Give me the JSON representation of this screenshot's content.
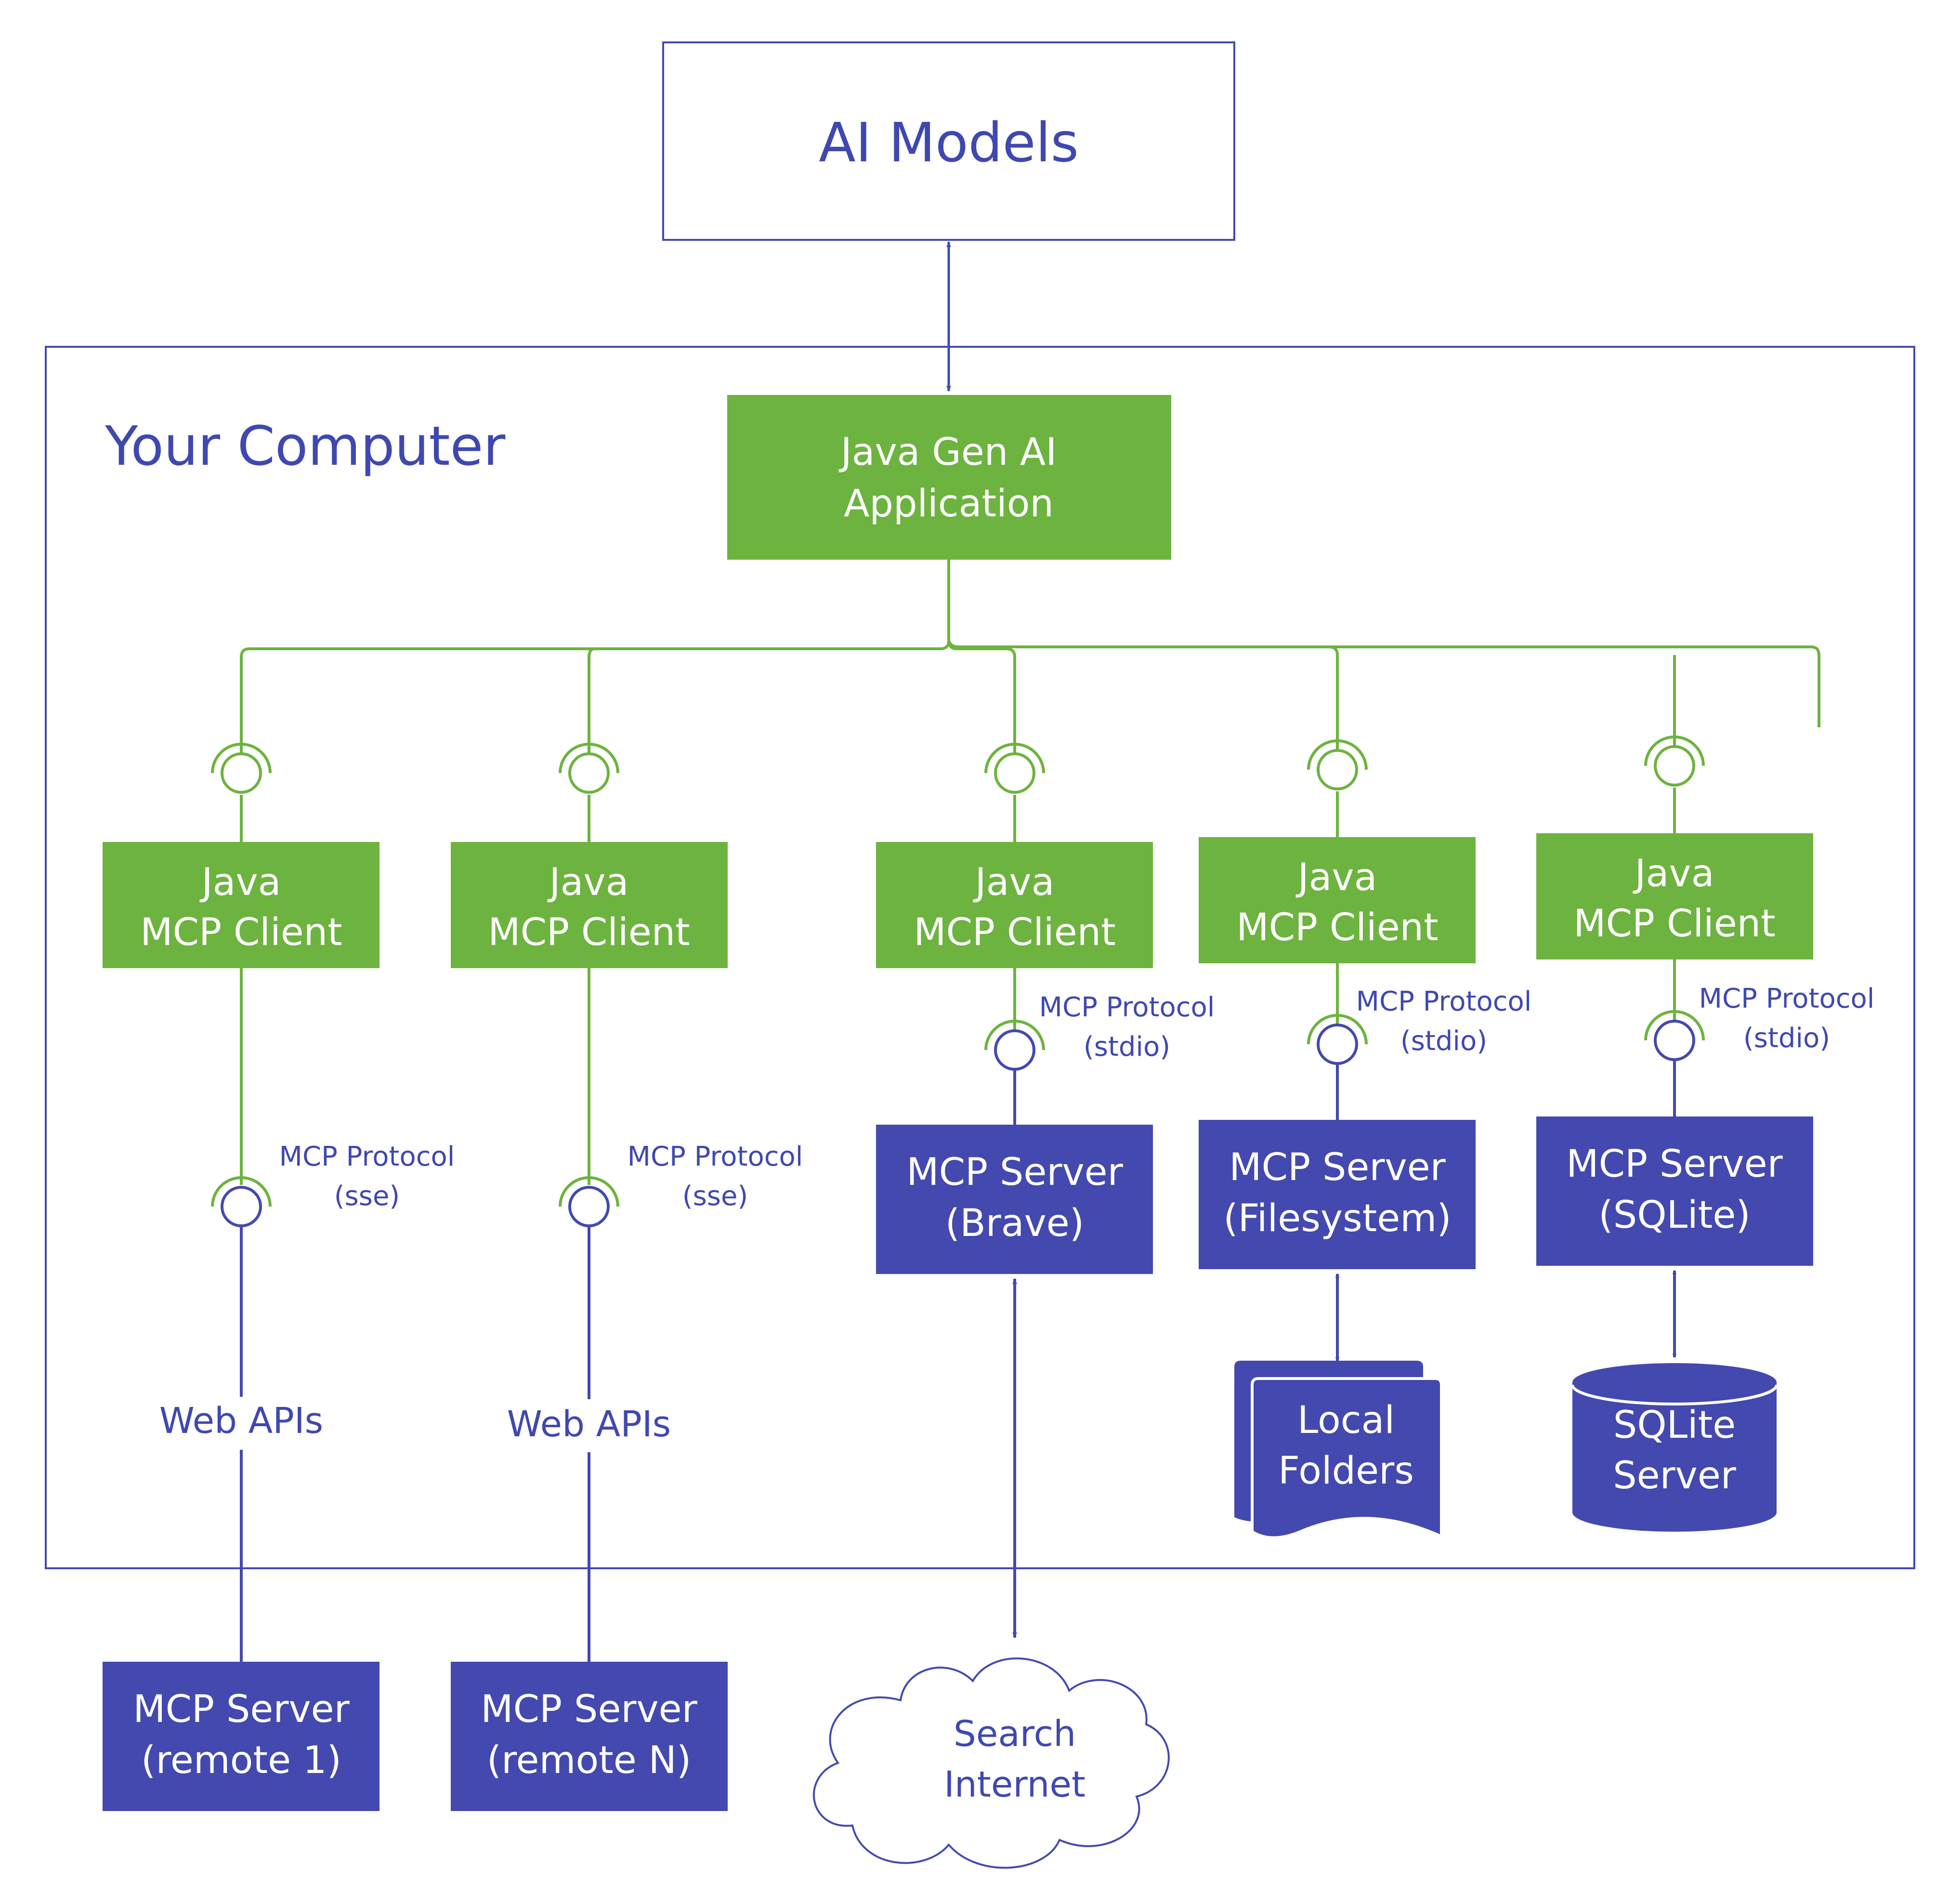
{
  "colors": {
    "blue": "#4349ae",
    "green": "#6db33f",
    "white": "#ffffff"
  },
  "ai_models": {
    "label": "AI Models"
  },
  "computer": {
    "label": "Your Computer"
  },
  "app": {
    "line1": "Java Gen AI",
    "line2": "Application"
  },
  "clients": [
    {
      "line1": "Java",
      "line2": "MCP Client"
    },
    {
      "line1": "Java",
      "line2": "MCP Client"
    },
    {
      "line1": "Java",
      "line2": "MCP Client"
    },
    {
      "line1": "Java",
      "line2": "MCP Client"
    },
    {
      "line1": "Java",
      "line2": "MCP Client"
    }
  ],
  "protocols": [
    {
      "line1": "MCP Protocol",
      "line2": "(sse)"
    },
    {
      "line1": "MCP Protocol",
      "line2": "(sse)"
    },
    {
      "line1": "MCP Protocol",
      "line2": "(stdio)"
    },
    {
      "line1": "MCP Protocol",
      "line2": "(stdio)"
    },
    {
      "line1": "MCP Protocol",
      "line2": "(stdio)"
    }
  ],
  "web_apis": [
    "Web APIs",
    "Web APIs"
  ],
  "servers": [
    {
      "line1": "MCP Server",
      "line2": "(Brave)"
    },
    {
      "line1": "MCP Server",
      "line2": "(Filesystem)"
    },
    {
      "line1": "MCP Server",
      "line2": "(SQLite)"
    }
  ],
  "remote_servers": [
    {
      "line1": "MCP Server",
      "line2": "(remote 1)"
    },
    {
      "line1": "MCP Server",
      "line2": "(remote N)"
    }
  ],
  "local_folders": {
    "line1": "Local",
    "line2": "Folders"
  },
  "sqlite_server": {
    "line1": "SQLite",
    "line2": "Server"
  },
  "search_internet": {
    "line1": "Search",
    "line2": "Internet"
  }
}
